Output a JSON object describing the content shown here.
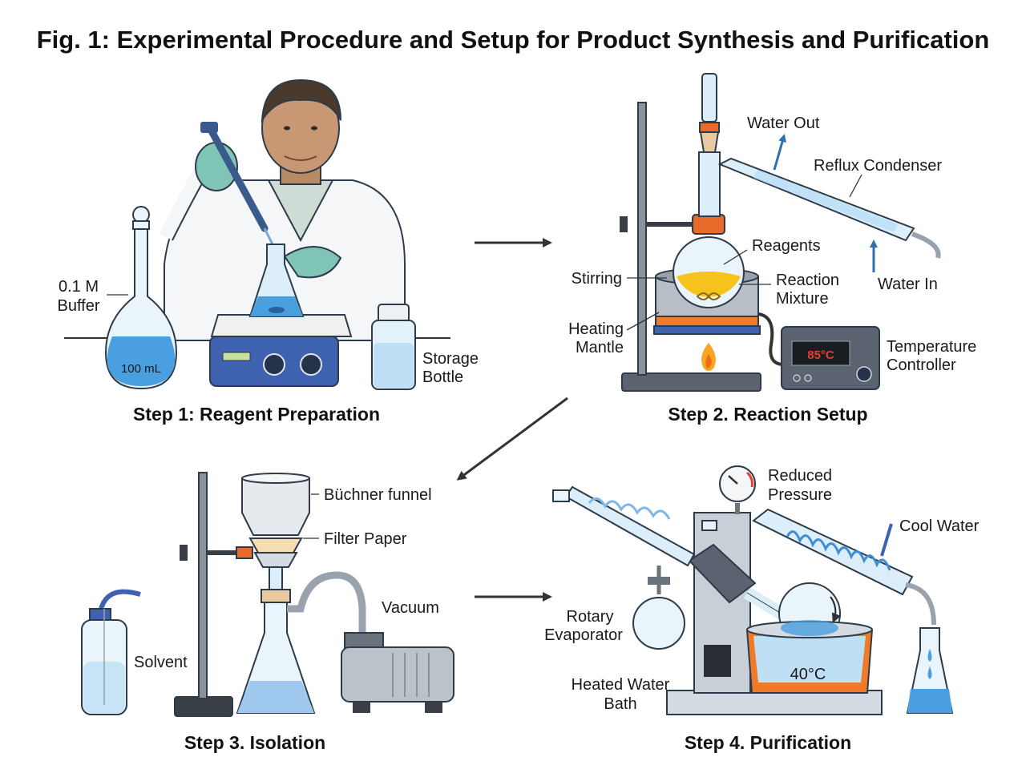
{
  "title": "Fig. 1: Experimental Procedure and Setup for Product Synthesis and Purification",
  "colors": {
    "liquid_blue": "#4a9fe0",
    "glass": "#dbeefa",
    "mixture_yellow": "#f6c21c",
    "heater_orange": "#f07a2a",
    "display_red": "#e8402a",
    "arrow": "#333333"
  },
  "step1": {
    "caption": "Step 1: Reagent Preparation",
    "flask_label": [
      "0.1 M",
      "Buffer"
    ],
    "flask_volume": "100 mL",
    "bottle_label": [
      "Storage",
      "Bottle"
    ]
  },
  "step2": {
    "caption": "Step 2. Reaction Setup",
    "water_out": "Water Out",
    "condenser": "Reflux Condenser",
    "reagents": "Reagents",
    "stirring": "Stirring",
    "mixture": [
      "Reaction",
      "Mixture"
    ],
    "water_in": "Water In",
    "mantle": [
      "Heating",
      "Mantle"
    ],
    "controller": [
      "Temperature",
      "Controller"
    ],
    "display": "85°C"
  },
  "step3": {
    "caption": "Step 3. Isolation",
    "funnel": "Büchner funnel",
    "filter": "Filter Paper",
    "vacuum": "Vacuum",
    "solvent": "Solvent"
  },
  "step4": {
    "caption": "Step 4. Purification",
    "pressure": [
      "Reduced",
      "Pressure"
    ],
    "cool_water": "Cool Water",
    "rotavap": [
      "Rotary",
      "Evaporator"
    ],
    "bath": [
      "Heated Water",
      "Bath"
    ],
    "bath_temp": "40°C"
  }
}
